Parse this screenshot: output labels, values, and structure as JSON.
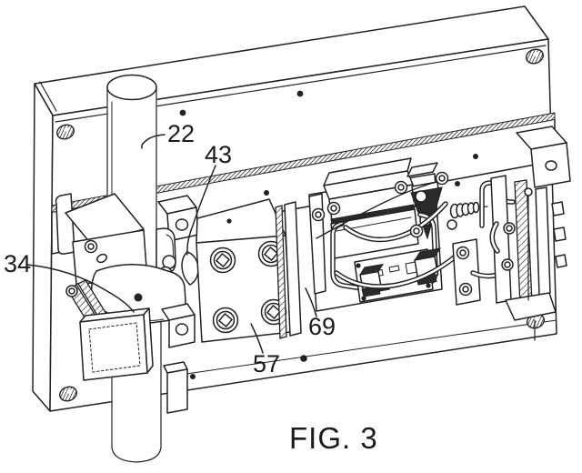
{
  "figure": {
    "caption": "FIG. 3",
    "labels": [
      {
        "text": "22"
      },
      {
        "text": "43"
      },
      {
        "text": "34"
      },
      {
        "text": "57"
      },
      {
        "text": "69"
      }
    ],
    "colors": {
      "ink": "#222222",
      "paper": "#ffffff"
    }
  }
}
